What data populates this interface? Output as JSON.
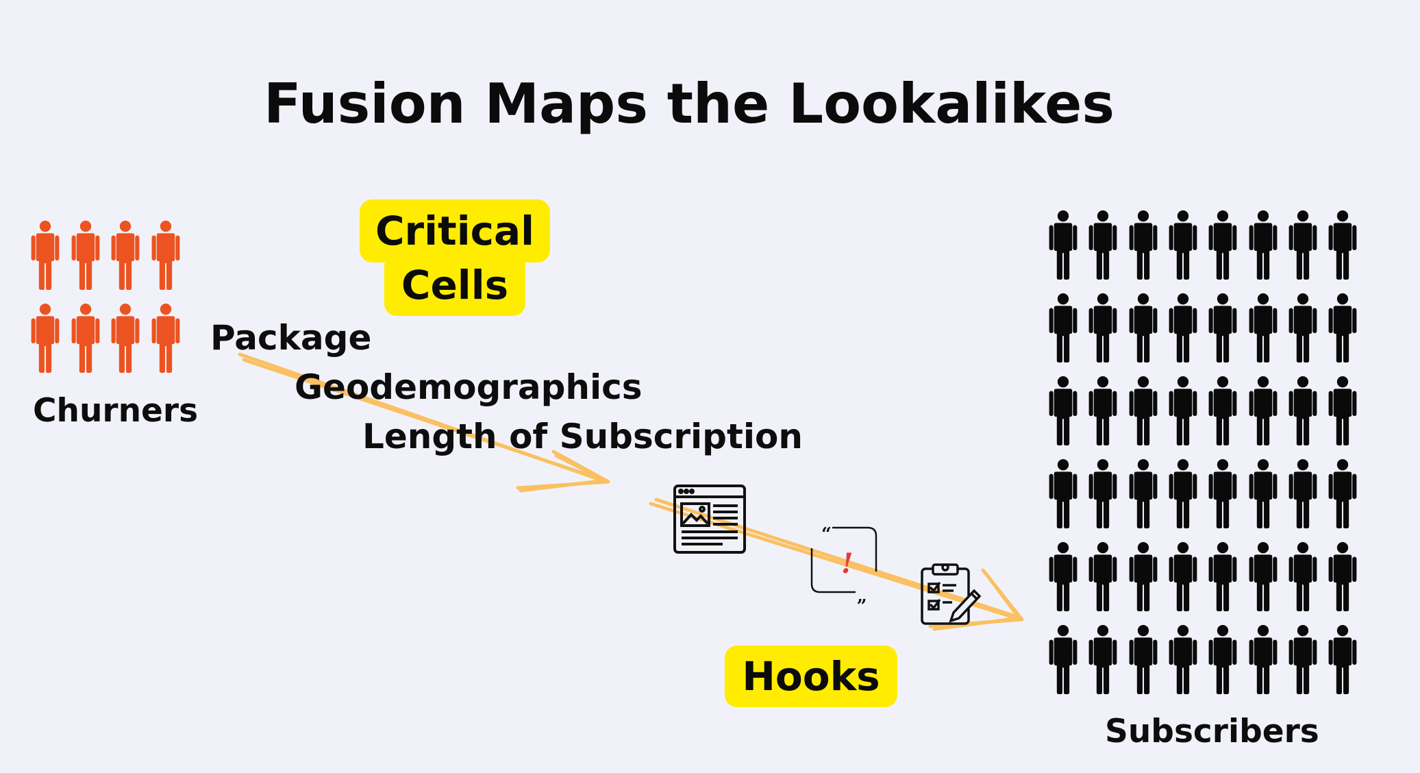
{
  "title": "Fusion Maps the Lookalikes",
  "churners": {
    "label": "Churners",
    "count": 8,
    "color": "#ec5320"
  },
  "subscribers": {
    "label": "Subscribers",
    "count": 48,
    "color": "#0a0a0a"
  },
  "critical_cells": {
    "line1": "Critical",
    "line2": "Cells"
  },
  "attributes": [
    "Package",
    "Geodemographics",
    "Length of Subscription"
  ],
  "hooks": {
    "label": "Hooks"
  },
  "icons": [
    "web-page-icon",
    "quote-alert-icon",
    "checklist-icon"
  ],
  "colors": {
    "highlight": "#ffec00",
    "arrow": "#fbbb52",
    "alert": "#e53935"
  }
}
